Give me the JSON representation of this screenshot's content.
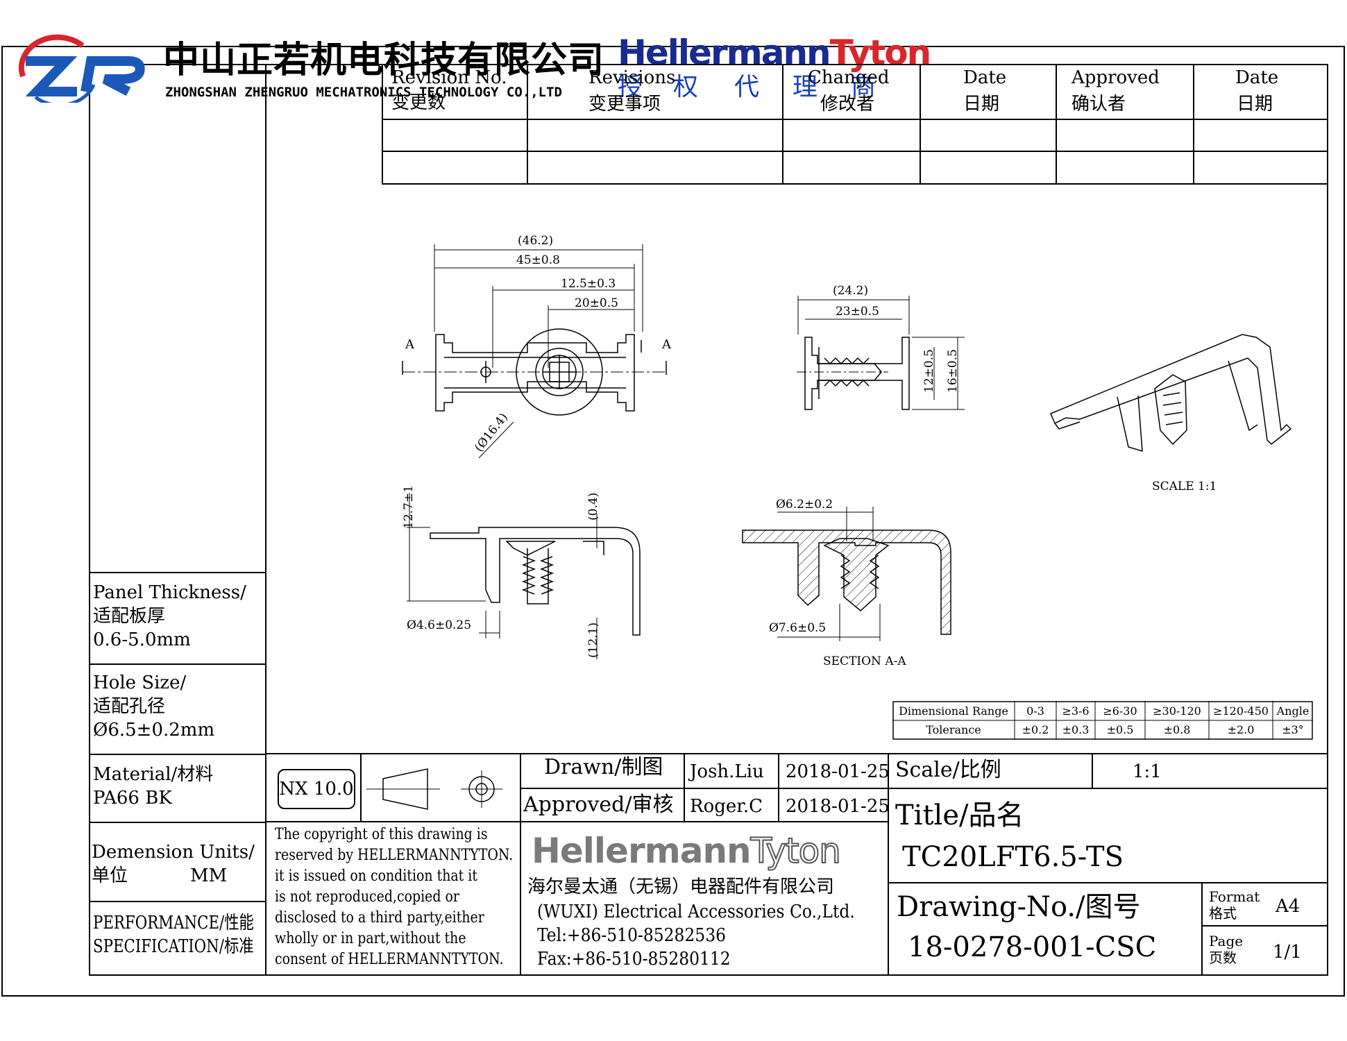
{
  "header": {
    "company_cn": "中山正若机电科技有限公司",
    "company_en": "ZHONGSHAN ZHENGRUO MECHATRONICS TECHNOLOGY CO.,LTD",
    "brand": "HellermannTyton",
    "brand_part1": "Hellermann",
    "brand_part2": "Tyton",
    "agent": [
      "授",
      "权",
      "代",
      "理",
      "商"
    ],
    "brand_color": "#1a2b8f",
    "accent_color": "#d8262c"
  },
  "revision_table": {
    "headers": [
      {
        "en": "Revision No.",
        "cn": "变更数"
      },
      {
        "en": "Revisions",
        "cn": "变更事项"
      },
      {
        "en": "Changed",
        "cn": "修改者"
      },
      {
        "en": "Date",
        "cn": "日期"
      },
      {
        "en": "Approved",
        "cn": "确认者"
      },
      {
        "en": "Date",
        "cn": "日期"
      }
    ]
  },
  "dimensions": {
    "top_view": {
      "overall_ref": "(46.2)",
      "length": "45±0.8",
      "d1": "12.5±0.3",
      "d2": "20±0.5",
      "diameter": "(Ø16.4)",
      "section_a": "A"
    },
    "side_view": {
      "overall_ref": "(24.2)",
      "width": "23±0.5",
      "h1": "12±0.5",
      "h2": "16±0.5"
    },
    "front_view": {
      "height": "12.7±1",
      "thickness": "(0.4)",
      "leg": "(12.1)",
      "pin_dia": "Ø4.6±0.25"
    },
    "section_view": {
      "top_dia": "Ø6.2±0.2",
      "bottom_dia": "Ø7.6±0.5",
      "label": "SECTION A-A"
    },
    "iso_label": "SCALE 1:1"
  },
  "tolerance_table": {
    "label_range": "Dimensional Range",
    "label_tol": "Tolerance",
    "ranges": [
      "0-3",
      "≥3-6",
      "≥6-30",
      "≥30-120",
      "≥120-450",
      "Angle"
    ],
    "tolerances": [
      "±0.2",
      "±0.3",
      "±0.5",
      "±0.8",
      "±2.0",
      "±3°"
    ]
  },
  "left_panel": {
    "panel_thickness": [
      "Panel Thickness/",
      "适配板厚",
      "0.6-5.0mm"
    ],
    "hole_size": [
      "Hole Size/",
      "适配孔径",
      "Ø6.5±0.2mm"
    ],
    "material": [
      "Material/材料",
      "PA66 BK"
    ],
    "units": [
      "Demension Units/",
      "单位",
      "MM"
    ],
    "performance": [
      "PERFORMANCE/性能",
      "SPECIFICATION/标准"
    ]
  },
  "title_block": {
    "nx": "NX 10.0",
    "drawn_label": "Drawn/制图",
    "drawn_by": "Josh.Liu",
    "drawn_date": "2018-01-25",
    "approved_label": "Approved/审核",
    "approved_by": "Roger.C",
    "approved_date": "2018-01-25",
    "scale_label": "Scale/比例",
    "scale_value": "1:1",
    "title_label": "Title/品名",
    "title_value": "TC20LFT6.5-TS",
    "drawing_no_label": "Drawing-No./图号",
    "drawing_no": "18-0278-001-CSC",
    "format_label_en": "Format",
    "format_label_cn": "格式",
    "format_value": "A4",
    "page_label_en": "Page",
    "page_label_cn": "页数",
    "page_value": "1/1",
    "copyright": [
      "The copyright of this  drawing is",
      "reserved by HELLERMANNTYTON.",
      "it is issued on condition that it",
      "is not reproduced,copied or",
      "disclosed to a third party,either",
      "wholly or in part,without the",
      "consent of HELLERMANNTYTON."
    ],
    "company_logo_part1": "Hellermann",
    "company_logo_part2": "Tyton",
    "company_cn": "海尔曼太通（无锡）电器配件有限公司",
    "company_en": "(WUXI) Electrical Accessories Co.,Ltd.",
    "tel": "Tel:+86-510-85282536",
    "fax": "Fax:+86-510-85280112"
  }
}
